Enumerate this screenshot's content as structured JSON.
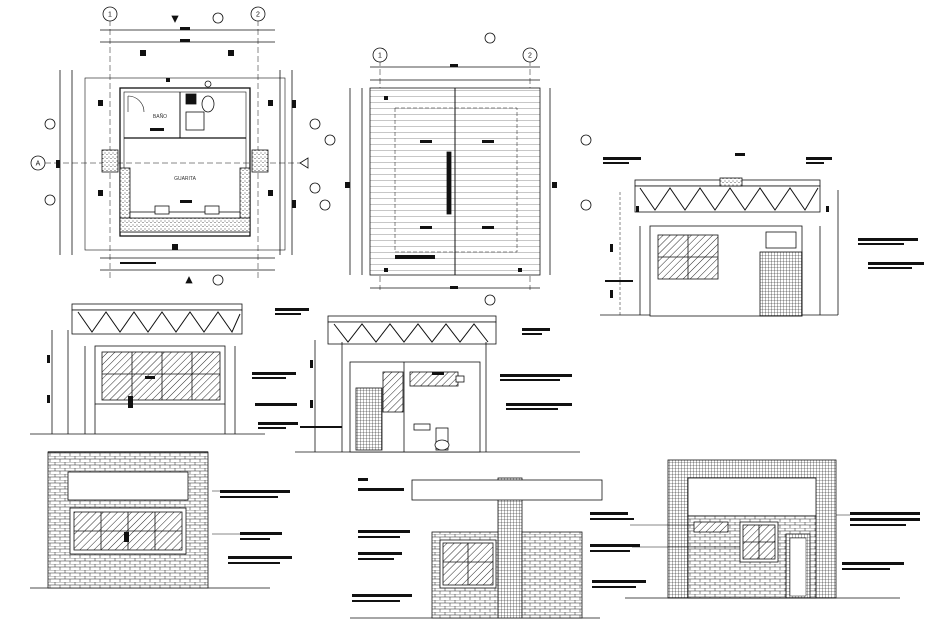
{
  "drawing": {
    "plan": {
      "room_labels": [
        "BAÑO",
        "GUARITA"
      ],
      "axis_labels": [
        "1",
        "2",
        "A"
      ]
    },
    "roof_plan": {
      "axis_labels": [
        "1",
        "2"
      ]
    }
  }
}
